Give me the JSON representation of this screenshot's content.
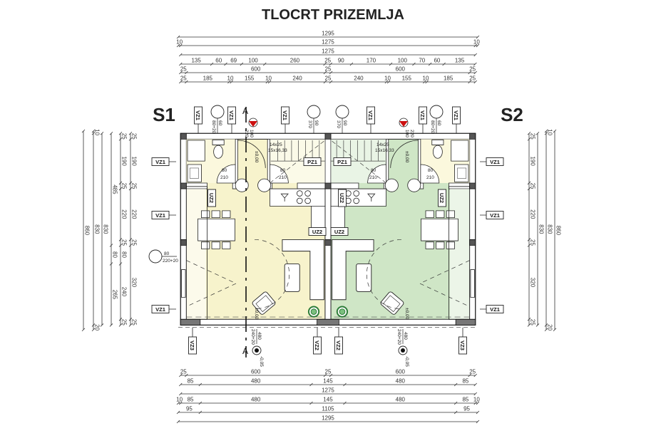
{
  "title": "TLOCRT PRIZEMLJA",
  "units": {
    "left": "S1",
    "right": "S2"
  },
  "colors": {
    "unit_left": "#f7f3cc",
    "unit_right": "#cfe6c6",
    "pillar": "#555555",
    "level_marker": "#cc1111",
    "plant": "#2e7d3a"
  },
  "section_marker": "A",
  "dimensions": {
    "top": [
      [
        1295
      ],
      [
        10,
        1275,
        10
      ],
      [
        1275
      ],
      [
        135,
        60,
        69,
        100,
        260,
        25,
        90,
        170,
        100,
        70,
        60,
        135
      ],
      [
        25,
        600,
        25,
        600,
        25
      ],
      [
        25,
        185,
        10,
        155,
        10,
        240,
        25,
        240,
        10,
        155,
        10,
        185,
        25
      ]
    ],
    "bottom": [
      [
        25,
        600,
        25,
        600,
        25
      ],
      [
        85,
        480,
        145,
        480,
        85
      ],
      [
        1275
      ],
      [
        10,
        85,
        480,
        145,
        480,
        85,
        10
      ],
      [
        95,
        1105,
        95
      ],
      [
        1295
      ]
    ],
    "left": [
      [
        860
      ],
      [
        10,
        830,
        20
      ],
      [
        830
      ],
      [
        485,
        80,
        265
      ],
      [
        25,
        190,
        25,
        220,
        25,
        80,
        240,
        25
      ],
      [
        25,
        190,
        25,
        220,
        25,
        320,
        25
      ]
    ],
    "right": [
      [
        25,
        190,
        25,
        220,
        25,
        320,
        25
      ],
      [
        830
      ],
      [
        10,
        830,
        20
      ],
      [
        860
      ]
    ]
  },
  "tags": {
    "top": [
      "VZ1",
      "VZ1",
      "VZ1",
      "VZ1",
      "VZ1",
      "VZ1"
    ],
    "left": [
      "VZ1",
      "VZ1",
      "VZ1"
    ],
    "right": [
      "VZ1",
      "VZ1",
      "VZ1"
    ],
    "bottom": [
      "VZ3",
      "VZ2",
      "VZ2",
      "VZ3"
    ],
    "interior": [
      "UZ2",
      "UZ2",
      "UZ2",
      "UZ2",
      "UZ2",
      "PZ1",
      "PZ1"
    ]
  },
  "openings": [
    {
      "w": "60",
      "h": "80+20"
    },
    {
      "w": "90",
      "h": "370"
    },
    {
      "w": "90",
      "h": "370"
    },
    {
      "w": "60",
      "h": "80+20"
    },
    {
      "w": "80",
      "h": "220+20"
    },
    {
      "w": "480",
      "h": "240+20"
    },
    {
      "w": "480",
      "h": "240+20"
    }
  ],
  "levels": {
    "entry_left": "±0,00",
    "entry_right": "±0,00",
    "living_left": "±0,00",
    "living_right": "±0,00",
    "terrace_left": "-0,05",
    "terrace_right": "-0,05",
    "entry_door_w": "100",
    "entry_door_h": "220"
  },
  "doors": [
    {
      "w": "80",
      "h": "210"
    },
    {
      "w": "80",
      "h": "210"
    },
    {
      "w": "80",
      "h": "210"
    },
    {
      "w": "80",
      "h": "210"
    }
  ],
  "stairs": [
    {
      "a": "14x25",
      "b": "15x16,33"
    },
    {
      "a": "14x25",
      "b": "15x16,33"
    }
  ]
}
